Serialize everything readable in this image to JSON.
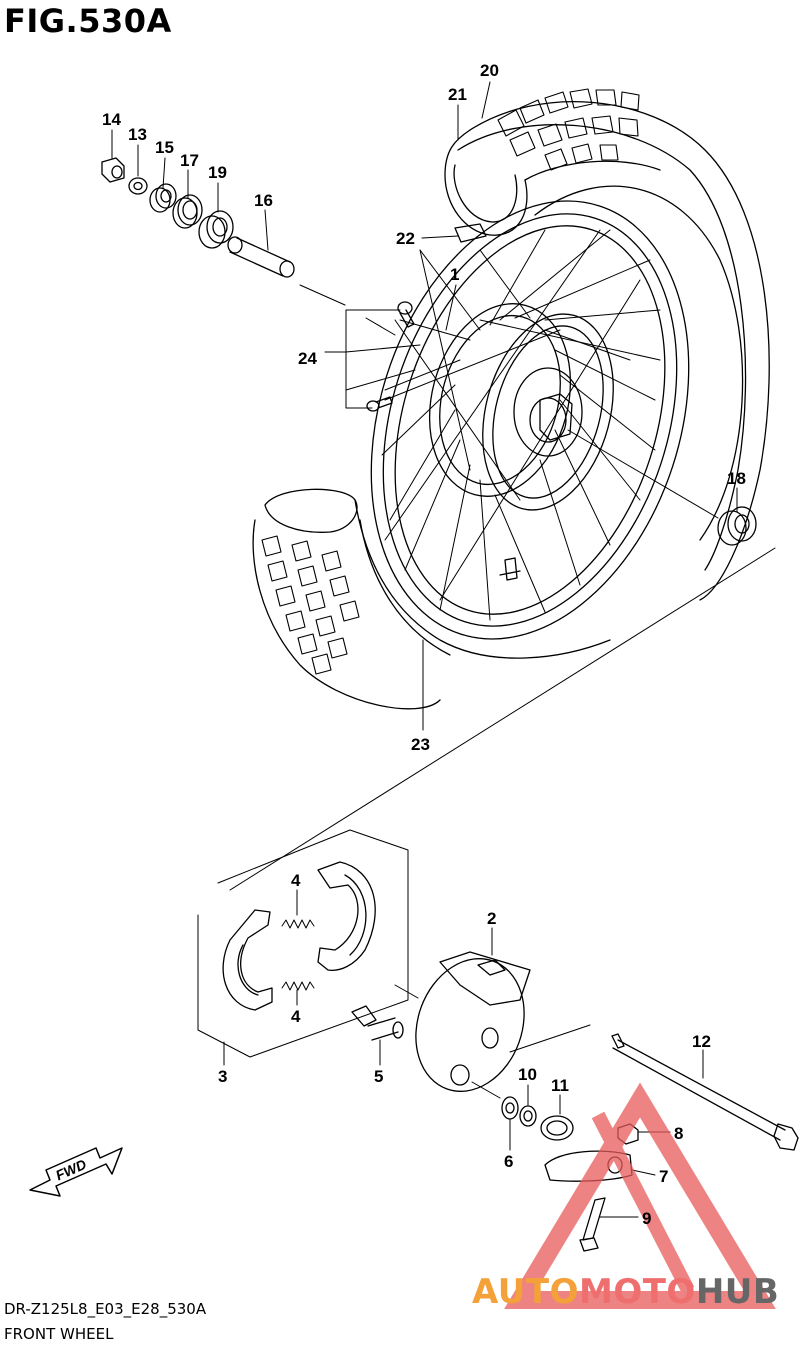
{
  "figure": {
    "title": "FIG.530A",
    "code": "DR-Z125L8_E03_E28_530A",
    "name": "FRONT WHEEL"
  },
  "direction_marker": "FWD",
  "parts": [
    {
      "ref": "1"
    },
    {
      "ref": "2"
    },
    {
      "ref": "3"
    },
    {
      "ref": "4"
    },
    {
      "ref": "4"
    },
    {
      "ref": "5"
    },
    {
      "ref": "6"
    },
    {
      "ref": "7"
    },
    {
      "ref": "8"
    },
    {
      "ref": "9"
    },
    {
      "ref": "10"
    },
    {
      "ref": "11"
    },
    {
      "ref": "12"
    },
    {
      "ref": "13"
    },
    {
      "ref": "14"
    },
    {
      "ref": "15"
    },
    {
      "ref": "16"
    },
    {
      "ref": "17"
    },
    {
      "ref": "18"
    },
    {
      "ref": "19"
    },
    {
      "ref": "20"
    },
    {
      "ref": "21"
    },
    {
      "ref": "22"
    },
    {
      "ref": "23"
    },
    {
      "ref": "24"
    }
  ],
  "watermark": {
    "part1": "AUTO",
    "part2": "MOTO",
    "part3": "HUB",
    "colors": {
      "auto": "#f4a13a",
      "moto": "#ef6f6f",
      "hub": "#666666",
      "triangle": "#e85a5a"
    }
  }
}
